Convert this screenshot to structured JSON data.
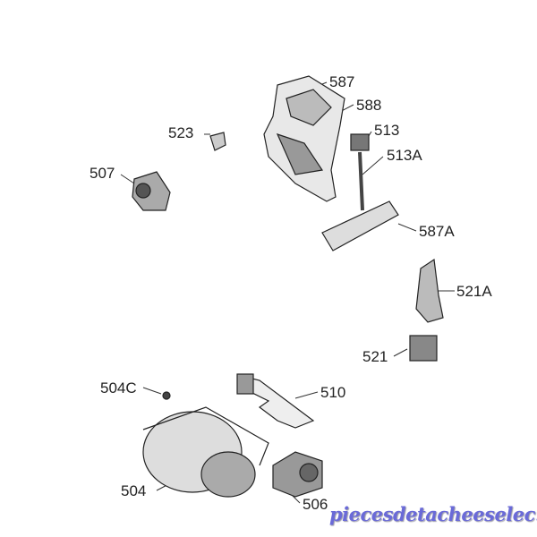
{
  "diagram": {
    "labels": {
      "p587": "587",
      "p588": "588",
      "p513": "513",
      "p513A": "513A",
      "p587A": "587A",
      "p523": "523",
      "p507": "507",
      "p521A": "521A",
      "p521": "521",
      "p504C": "504C",
      "p510": "510",
      "p504": "504",
      "p506": "506"
    },
    "watermark": "piecesdetacheeselec.com"
  }
}
